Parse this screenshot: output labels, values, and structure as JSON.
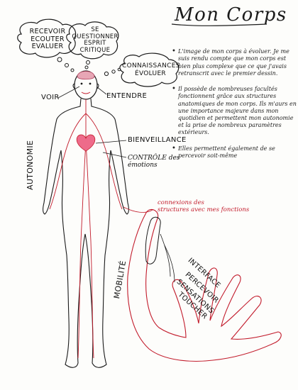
{
  "title": "Mon Corps",
  "bubbles": {
    "recevoir": "RECEVOIR\nECOUTER\nEVALUER",
    "questionner": "SE\nQUESTIONNER\nESPRIT\nCRITIQUE",
    "connaissances": "CONNAISSANCES\nÉVOLUER"
  },
  "body_labels": {
    "voir": "VOIR",
    "entendre": "ENTENDRE",
    "bienveillance": "BIENVEILLANCE",
    "controle": "CONTRÔLE des\némotions",
    "autonomie": "AUTONOMIE",
    "mobilite": "MOBILITÉ"
  },
  "connexions": "connexions des\nstructures avec mes fonctions",
  "hand_labels": [
    "INTERFACE",
    "PERCEVOIR",
    "SENSATIONS",
    "TOUCHER"
  ],
  "notes": [
    "L'image de mon corps à évoluer. Je me suis rendu compte que mon corps est bien plus complexe que ce que j'avais retranscrit avec le premier dessin.",
    "Il possède de nombreuses facultés fonctionnent grâce aux structures anatomiques de mon corps. Ils m'aurs en une importance majeure dans mon quotidien et permettent mon autonomie et la prise de nombreux paramètres extérieurs.",
    "Elles permettent également de se percevoir soit-même"
  ],
  "colors": {
    "ink": "#1a1a1a",
    "red": "#c21b2b",
    "brain": "#e7a6b5",
    "heart": "#ee6b8a"
  }
}
